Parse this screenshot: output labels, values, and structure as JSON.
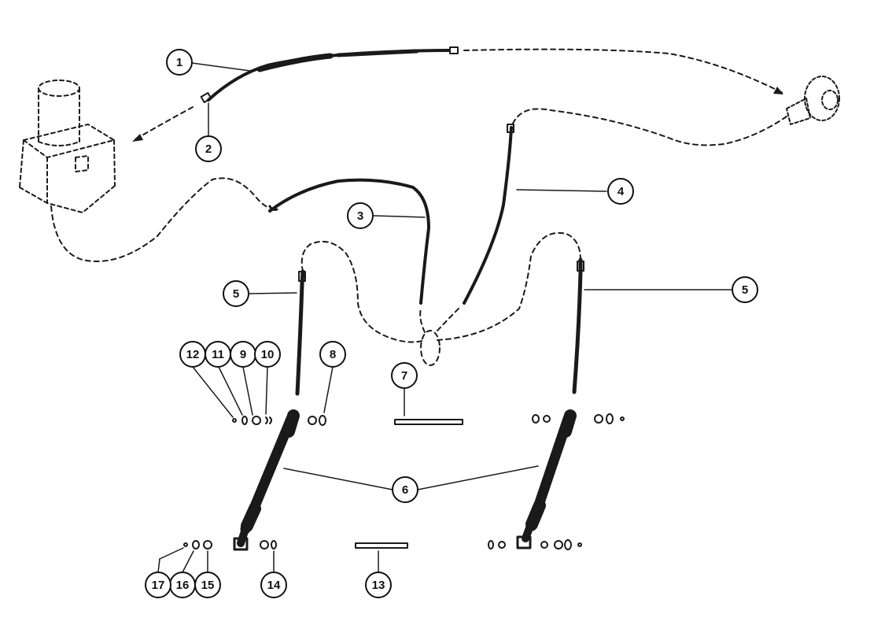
{
  "diagram": {
    "callouts": [
      {
        "id": "c1",
        "label": "1"
      },
      {
        "id": "c2",
        "label": "2"
      },
      {
        "id": "c3",
        "label": "3"
      },
      {
        "id": "c4",
        "label": "4"
      },
      {
        "id": "c5a",
        "label": "5"
      },
      {
        "id": "c5b",
        "label": "5"
      },
      {
        "id": "c6",
        "label": "6"
      },
      {
        "id": "c7",
        "label": "7"
      },
      {
        "id": "c8",
        "label": "8"
      },
      {
        "id": "c9",
        "label": "9"
      },
      {
        "id": "c10",
        "label": "10"
      },
      {
        "id": "c11",
        "label": "11"
      },
      {
        "id": "c12",
        "label": "12"
      },
      {
        "id": "c13",
        "label": "13"
      },
      {
        "id": "c14",
        "label": "14"
      },
      {
        "id": "c15",
        "label": "15"
      },
      {
        "id": "c16",
        "label": "16"
      },
      {
        "id": "c17",
        "label": "17"
      }
    ]
  }
}
